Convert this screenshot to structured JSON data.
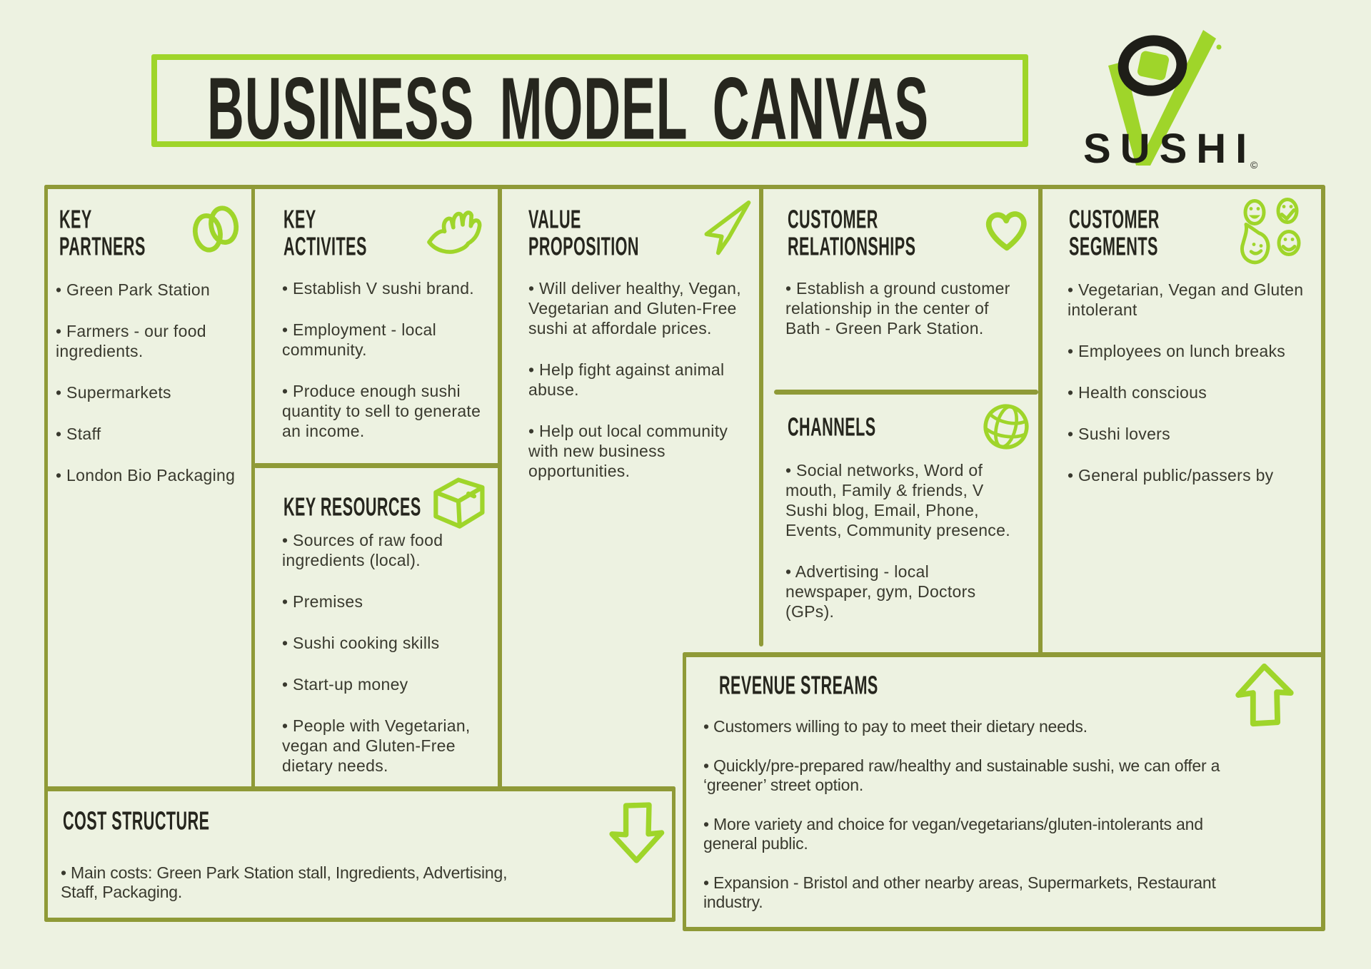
{
  "title": "BUSINESS MODEL CANVAS",
  "logo": {
    "brand": "SUSHI",
    "mark": "©"
  },
  "colors": {
    "lime": "#9fd52a",
    "olive": "#8f9a37",
    "ink": "#26261e",
    "body_text": "#39392e",
    "background": "#edf2e1"
  },
  "sections": {
    "key_partners": {
      "title": "KEY\nPARTNERS",
      "icon": "rings-icon",
      "items": [
        "Green Park Station",
        "Farmers - our food ingredients.",
        "Supermarkets",
        "Staff",
        "London Bio Packaging"
      ]
    },
    "key_activities": {
      "title": "KEY\nACTIVITES",
      "icon": "hand-icon",
      "items": [
        "Establish V sushi brand.",
        "Employment - local community.",
        "Produce enough sushi quantity to sell to generate an income."
      ]
    },
    "key_resources": {
      "title": "KEY RESOURCES",
      "icon": "box-icon",
      "items": [
        "Sources of raw food ingredients (local).",
        "Premises",
        "Sushi cooking skills",
        "Start-up money",
        "People with Vegetarian, vegan and Gluten-Free dietary needs."
      ]
    },
    "value_proposition": {
      "title": "VALUE\nPROPOSITION",
      "icon": "paper-plane-icon",
      "items": [
        "Will deliver healthy, Vegan, Vegetarian and Gluten-Free sushi at affordale prices.",
        "Help fight against animal abuse.",
        "Help out local community with new business opportunities."
      ]
    },
    "customer_relationships": {
      "title": "CUSTOMER\nRELATIONSHIPS",
      "icon": "heart-icon",
      "items": [
        "Establish a ground customer relationship in the center of Bath - Green Park Station."
      ]
    },
    "channels": {
      "title": "CHANNELS",
      "icon": "globe-icon",
      "items": [
        "Social networks, Word of mouth, Family & friends, V Sushi blog, Email, Phone, Events, Community presence.",
        "Advertising - local newspaper, gym, Doctors (GPs)."
      ]
    },
    "customer_segments": {
      "title": "CUSTOMER\nSEGMENTS",
      "icon": "faces-icon",
      "items": [
        "Vegetarian, Vegan and Gluten intolerant",
        "Employees on lunch breaks",
        "Health conscious",
        "Sushi lovers",
        "General public/passers by"
      ]
    },
    "revenue_streams": {
      "title": "REVENUE STREAMS",
      "icon": "up-arrow-icon",
      "items": [
        "Customers willing to pay to meet their dietary needs.",
        "Quickly/pre-prepared raw/healthy and sustainable sushi, we can offer a ‘greener’ street option.",
        "More variety and choice for vegan/vegetarians/gluten-intolerants and general public.",
        "Expansion - Bristol and other nearby areas, Supermarkets, Restaurant industry."
      ]
    },
    "cost_structure": {
      "title": "COST STRUCTURE",
      "icon": "down-arrow-icon",
      "items": [
        "Main costs: Green Park Station stall, Ingredients, Advertising, Staff, Packaging."
      ]
    }
  }
}
